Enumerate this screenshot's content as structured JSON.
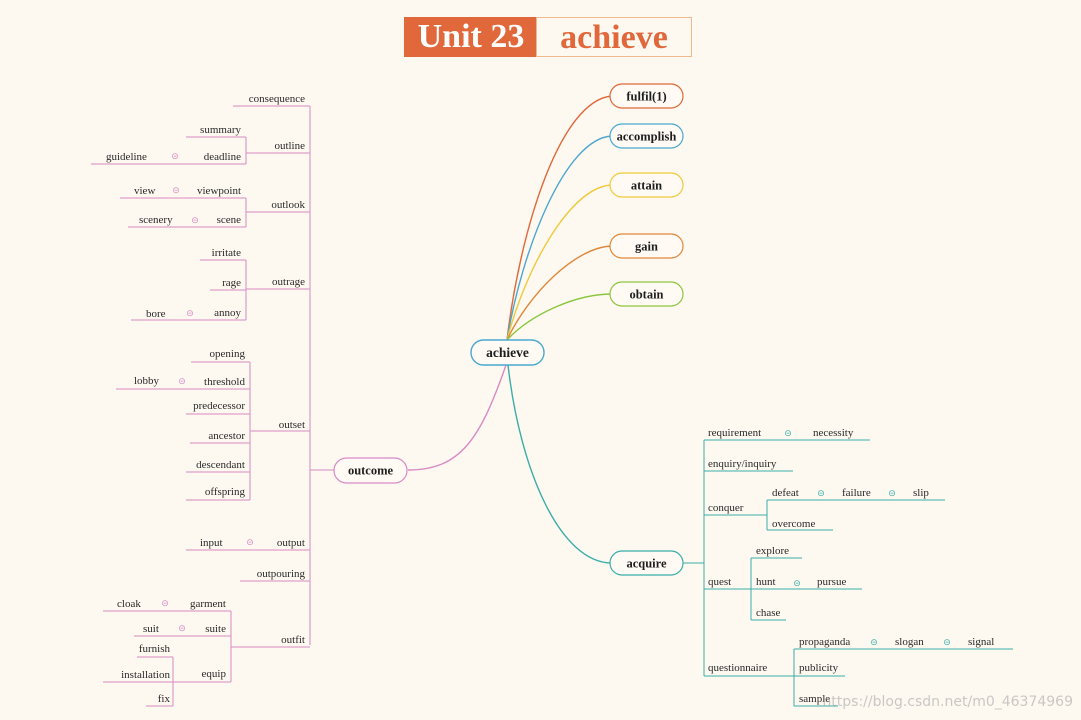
{
  "title": {
    "unit": "Unit 23",
    "word": "achieve"
  },
  "watermark": "https://blog.csdn.net/m0_46374969",
  "colors": {
    "accent": "#e0683a",
    "outcome_branch": "#d98ac5",
    "acquire_branch": "#3aaea8"
  },
  "center": "achieve",
  "right_synonyms": [
    {
      "label": "fulfil(1)",
      "color": "#e0683a"
    },
    {
      "label": "accomplish",
      "color": "#4aa8cf"
    },
    {
      "label": "attain",
      "color": "#f0c93a"
    },
    {
      "label": "gain",
      "color": "#e0883a"
    },
    {
      "label": "obtain",
      "color": "#8cc63f"
    }
  ],
  "outcome": {
    "label": "outcome",
    "consequence": "consequence",
    "outline": {
      "label": "outline",
      "summary": "summary",
      "deadline": "deadline",
      "guideline": "guideline"
    },
    "outlook": {
      "label": "outlook",
      "viewpoint": "viewpoint",
      "view": "view",
      "scene": "scene",
      "scenery": "scenery"
    },
    "outrage": {
      "label": "outrage",
      "irritate": "irritate",
      "rage": "rage",
      "annoy": "annoy",
      "bore": "bore"
    },
    "outset": {
      "label": "outset",
      "opening": "opening",
      "threshold": "threshold",
      "lobby": "lobby",
      "predecessor": "predecessor",
      "ancestor": "ancestor",
      "descendant": "descendant",
      "offspring": "offspring"
    },
    "output": {
      "label": "output",
      "input": "input"
    },
    "outpouring": "outpouring",
    "outfit": {
      "label": "outfit",
      "garment": "garment",
      "cloak": "cloak",
      "suite": "suite",
      "suit": "suit",
      "equip": "equip",
      "furnish": "furnish",
      "installation": "installation",
      "fix": "fix"
    }
  },
  "acquire": {
    "label": "acquire",
    "requirement": "requirement",
    "necessity": "necessity",
    "enquiry": "enquiry/inquiry",
    "conquer": {
      "label": "conquer",
      "defeat": "defeat",
      "failure": "failure",
      "slip": "slip",
      "overcome": "overcome"
    },
    "quest": {
      "label": "quest",
      "explore": "explore",
      "hunt": "hunt",
      "pursue": "pursue",
      "chase": "chase"
    },
    "questionnaire": {
      "label": "questionnaire",
      "propaganda": "propaganda",
      "slogan": "slogan",
      "signal": "signal",
      "publicity": "publicity",
      "sample": "sample"
    }
  }
}
